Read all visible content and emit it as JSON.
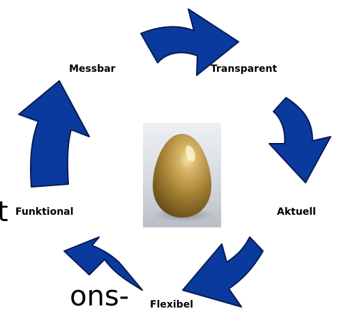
{
  "colors": {
    "arrow_fill": "#0a3a9e",
    "arrow_stroke": "#0a1a55",
    "egg_gold": "#b28a3a",
    "egg_background": "#c9cdd4"
  },
  "cycle": {
    "labels": {
      "messbar": "Messbar",
      "transparent": "Transparent",
      "aktuell": "Aktuell",
      "flexibel": "Flexibel",
      "funktional": "Funktional"
    }
  },
  "background_text": {
    "partial_t": "t",
    "partial_ons": "ons-"
  },
  "center_image": {
    "icon": "golden-egg"
  }
}
